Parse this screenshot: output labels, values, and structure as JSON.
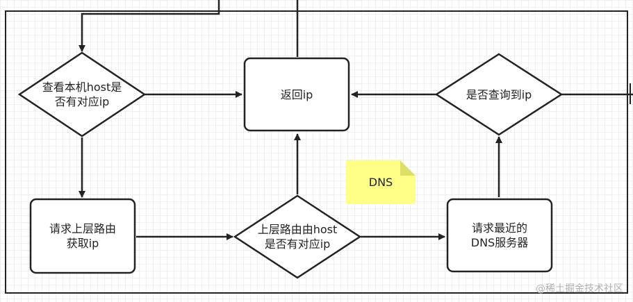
{
  "diagram": {
    "nodes": {
      "check_local_host": {
        "line1": "查看本机host是",
        "line2": "否有对应ip"
      },
      "return_ip": {
        "text": "返回ip"
      },
      "found_ip": {
        "text": "是否查询到ip"
      },
      "request_upper_router": {
        "line1": "请求上层路由",
        "line2": "获取ip"
      },
      "upper_router_host": {
        "line1": "上层路由由host",
        "line2": "是否有对应ip"
      },
      "request_dns_server": {
        "line1": "请求最近的",
        "line2": "DNS服务器"
      }
    },
    "note": {
      "text": "DNS",
      "color": "#ffff88"
    }
  },
  "watermark": {
    "text": "@稀土掘金技术社区"
  }
}
